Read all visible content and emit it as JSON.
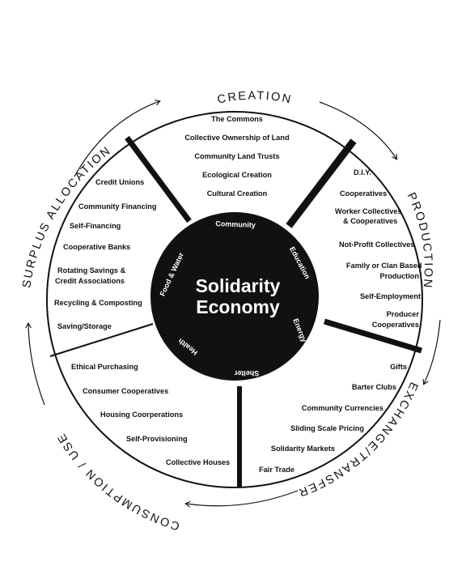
{
  "center": {
    "title_line1": "Solidarity",
    "title_line2": "Economy",
    "labels": {
      "community": "Community",
      "education": "Education",
      "energy": "Energy",
      "shelter": "Shelter",
      "health": "Health",
      "food_water": "Food & Water"
    }
  },
  "stages": {
    "creation": "CREATION",
    "production": "PRODUCTION",
    "exchange": "EXCHANGE/TRANSFER",
    "consumption": "CONSUMPTION / USE",
    "surplus": "SURPLUS ALLOCATION"
  },
  "sectors": {
    "creation": [
      "The Commons",
      "Collective Ownership of Land",
      "Community Land Trusts",
      "Ecological Creation",
      "Cultural Creation"
    ],
    "production": {
      "diy": "D.I.Y.",
      "cooperatives": "Cooperatives",
      "worker_collectives_1": "Worker Collectives",
      "worker_collectives_2": "& Cooperatives",
      "nonprofit": "Not-Profit Collectives",
      "family_clan_1": "Family or Clan Based",
      "family_clan_2": "Production",
      "self_employment": "Self-Employment",
      "producer_coops_1": "Producer",
      "producer_coops_2": "Cooperatives"
    },
    "exchange": [
      "Gifts",
      "Barter Clubs",
      "Community Currencies",
      "Sliding Scale Pricing",
      "Solidarity Markets",
      "Fair Trade"
    ],
    "consumption": [
      "Ethical Purchasing",
      "Consumer Cooperatives",
      "Housing Coorperations",
      "Self-Provisioning",
      "Collective Houses"
    ],
    "surplus": {
      "credit_unions": "Credit Unions",
      "community_financing": "Community Financing",
      "self_financing": "Self-Financing",
      "cooperative_banks": "Cooperative Banks",
      "rotating_savings_1": "Rotating Savings &",
      "rotating_savings_2": "Credit Associations",
      "recycling": "Recycling & Composting",
      "saving_storage": "Saving/Storage"
    }
  }
}
